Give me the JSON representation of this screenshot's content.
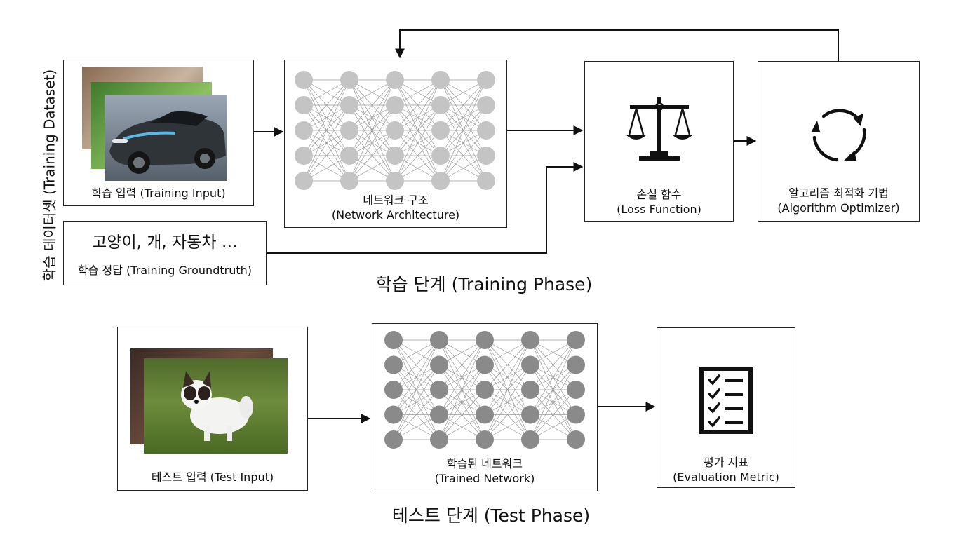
{
  "side_label": "학습 데이터셋 (Training Dataset)",
  "training": {
    "input_label": "학습 입력 (Training Input)",
    "answer_classes": "고양이, 개, 자동차 …",
    "answer_label": "학습 정답 (Training Groundtruth)",
    "network_label_ko": "네트워크 구조",
    "network_label_en": "(Network Architecture)",
    "loss_label_ko": "손실 함수",
    "loss_label_en": "(Loss Function)",
    "optimizer_label_ko": "알고리즘 최적화 기법",
    "optimizer_label_en": "(Algorithm Optimizer)",
    "phase_title": "학습 단계 (Training Phase)"
  },
  "test": {
    "input_label": "테스트 입력 (Test Input)",
    "network_label_ko": "학습된 네트워크",
    "network_label_en": "(Trained Network)",
    "metric_label_ko": "평가 지표",
    "metric_label_en": "(Evaluation Metric)",
    "phase_title": "테스트 단계 (Test Phase)"
  },
  "icons": {
    "loss": "balance-scale-icon",
    "optimizer": "cycle-arrows-icon",
    "metric": "checklist-icon"
  },
  "colors": {
    "training_node": "#c4c4c4",
    "test_node": "#8a8a8a",
    "edge": "#9a9a9a",
    "line": "#111111"
  }
}
